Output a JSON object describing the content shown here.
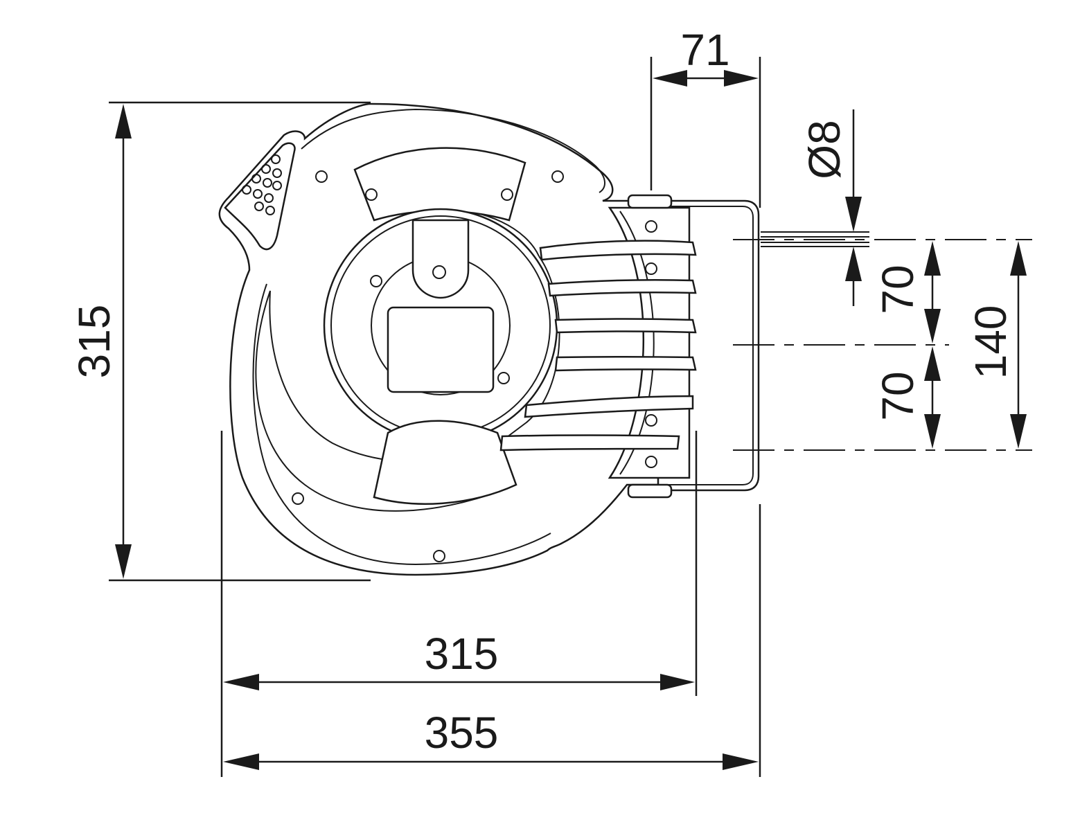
{
  "dimensions": {
    "height_total": "315",
    "width_body": "315",
    "width_total": "355",
    "bracket_depth": "71",
    "hole_diameter": "Ø8",
    "hole_spacing_upper": "70",
    "hole_spacing_lower": "70",
    "hole_spacing_total": "140"
  }
}
